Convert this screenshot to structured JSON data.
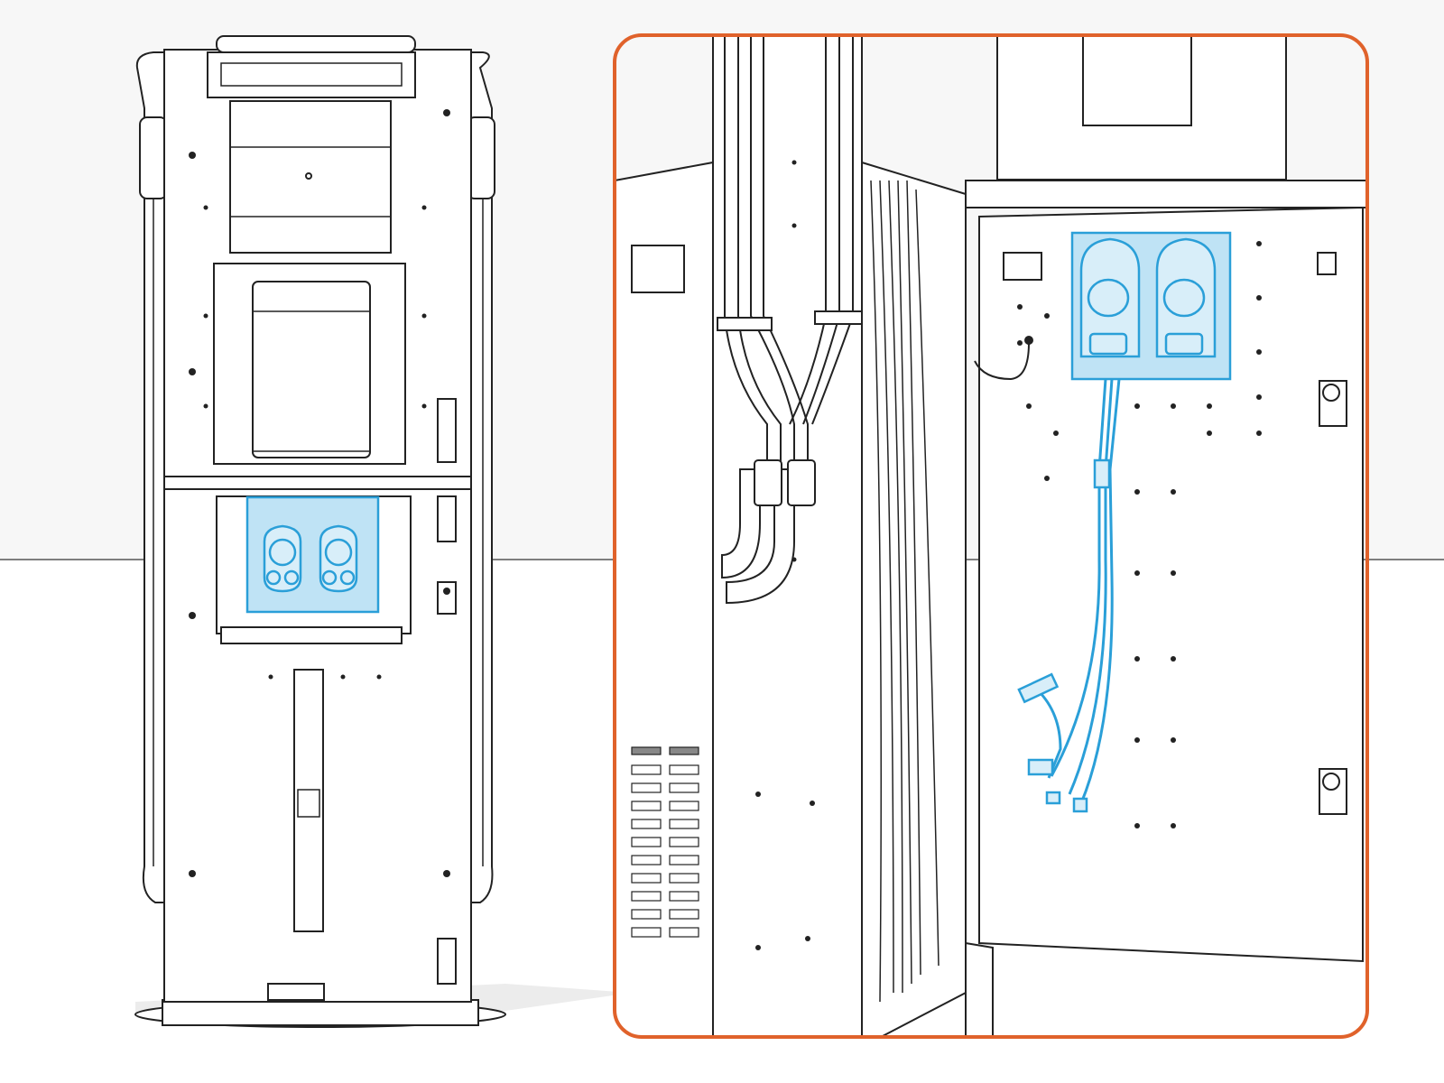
{
  "figure": {
    "views": [
      {
        "id": "front-view",
        "description_visible": false,
        "highlighted_part": "connector-holder-panel"
      },
      {
        "id": "detail-view",
        "description_visible": false,
        "highlighted_part": "connector-holder-assembly-with-harness"
      }
    ],
    "colors": {
      "background_top": "#f7f7f7",
      "background_bottom": "#ffffff",
      "horizon_line": "#555555",
      "outline": "#222222",
      "highlight": "#2a9fd8",
      "highlight_fill": "#bfe3f5",
      "detail_frame": "#e0622b",
      "shadow": "#ececec"
    },
    "icons": [
      "connector-socket-icon",
      "cable-harness-icon",
      "door-latch-icon",
      "hinge-icon"
    ]
  }
}
